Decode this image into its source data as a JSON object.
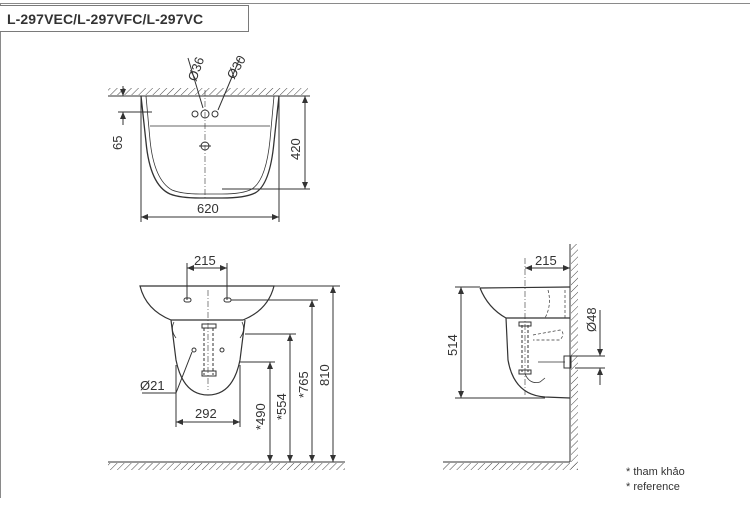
{
  "title": "L-297VEC/L-297VFC/L-297VC",
  "top_view": {
    "dim_tap_hole": "Ø36",
    "dim_side_hole": "Ø30",
    "dim_depth_offset": "65",
    "dim_depth": "420",
    "dim_width": "620"
  },
  "front_view": {
    "dim_hole_spacing": "215",
    "dim_drain": "Ø21",
    "dim_pedestal_width": "292",
    "dim_h490": "*490",
    "dim_h554": "*554",
    "dim_h765": "*765",
    "dim_h810": "810"
  },
  "side_view": {
    "dim_wall_offset": "215",
    "dim_height": "514",
    "dim_pipe": "Ø48"
  },
  "notes": {
    "line1": "* tham khảo",
    "line2": "* reference"
  },
  "colors": {
    "line": "#333333",
    "frame": "#8a8a8a"
  }
}
